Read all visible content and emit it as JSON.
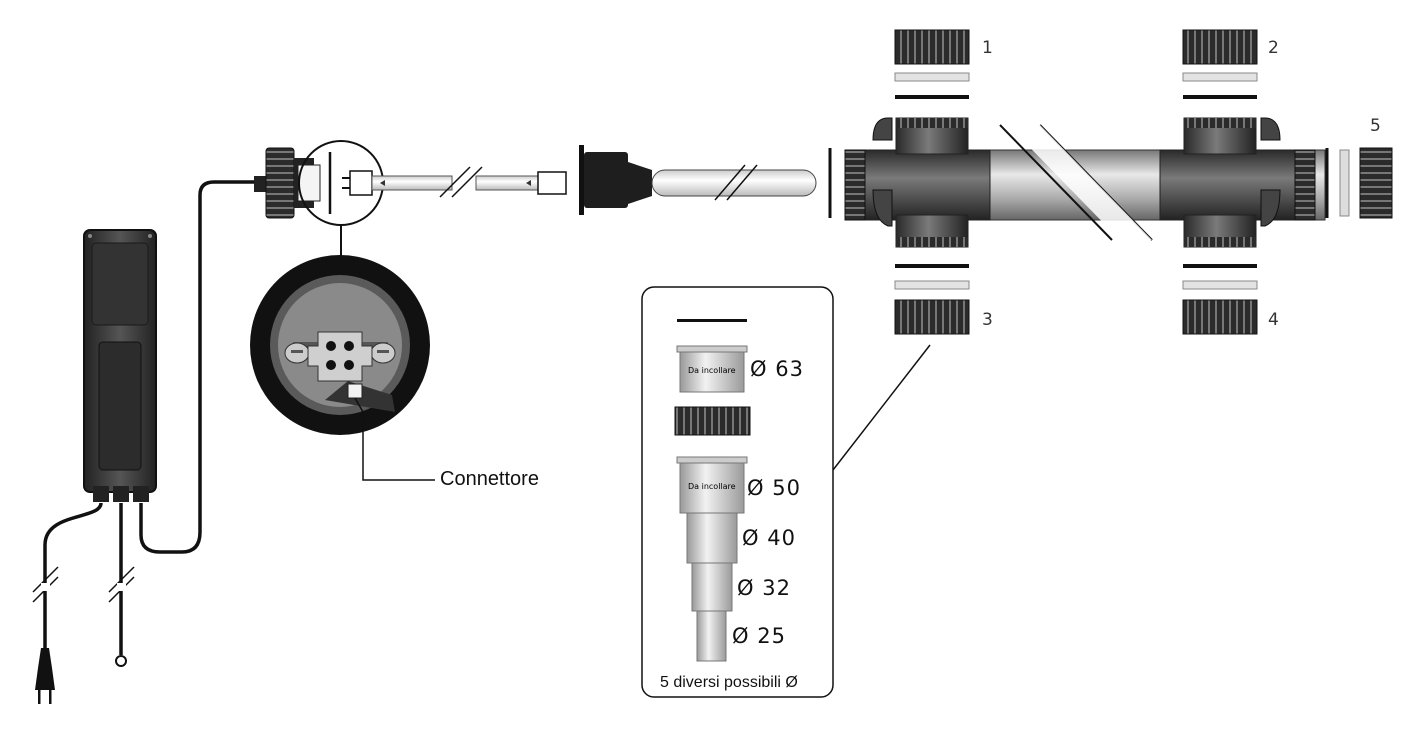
{
  "labels": {
    "part_1": "1",
    "part_2": "2",
    "part_3": "3",
    "part_4": "4",
    "part_5": "5",
    "connector": "Connettore",
    "glue_label_63": "Da incollare",
    "glue_label_50": "Da incollare",
    "diameter_63": "Ø 63",
    "diameter_50": "Ø 50",
    "diameter_40": "Ø 40",
    "diameter_32": "Ø 32",
    "diameter_25": "Ø 25",
    "footer": "5 diversi possibili Ø"
  },
  "colors": {
    "dark_body": "#3a3a3a",
    "pipe_grey": "#b8b8b8",
    "outline": "#000000",
    "background": "#ffffff"
  }
}
